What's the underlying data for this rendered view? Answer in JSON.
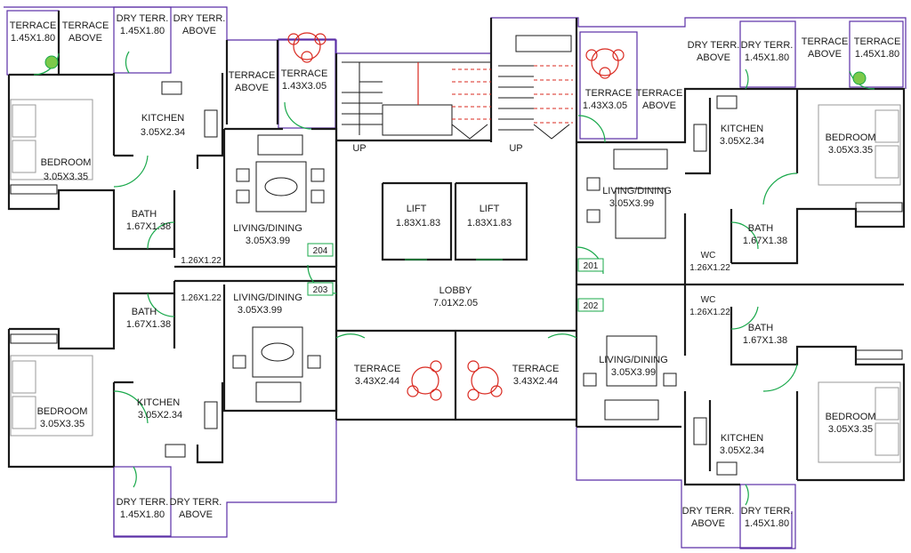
{
  "rooms": {
    "terrace_tl": [
      "TERRACE",
      "1.45X1.80"
    ],
    "terrace_above_tl": [
      "TERRACE",
      "ABOVE"
    ],
    "dry_terr_tl": [
      "DRY TERR.",
      "1.45X1.80"
    ],
    "dry_terr_above_tl": [
      "DRY TERR.",
      "ABOVE"
    ],
    "kitchen_tl": [
      "KITCHEN",
      "3.05X2.34"
    ],
    "bedroom_tl": [
      "BEDROOM",
      "3.05X3.35"
    ],
    "terrace_above_tc": [
      "TERRACE",
      "ABOVE"
    ],
    "terrace_tc": [
      "TERRACE",
      "1.43X3.05"
    ],
    "bath_ul": [
      "BATH",
      "1.67X1.38"
    ],
    "wc_ul": "1.26X1.22",
    "living_ul": [
      "LIVING/DINING",
      "3.05X3.99"
    ],
    "wc_ll": "1.26X1.22",
    "living_ll": [
      "LIVING/DINING",
      "3.05X3.99"
    ],
    "bath_ll": [
      "BATH",
      "1.67X1.38"
    ],
    "bedroom_ll": [
      "BEDROOM",
      "3.05X3.35"
    ],
    "kitchen_ll": [
      "KITCHEN",
      "3.05X2.34"
    ],
    "dry_terr_bl": [
      "DRY TERR.",
      "1.45X1.80"
    ],
    "dry_terr_above_bl": [
      "DRY TERR.",
      "ABOVE"
    ],
    "lift_1": [
      "LIFT",
      "1.83X1.83"
    ],
    "lift_2": [
      "LIFT",
      "1.83X1.83"
    ],
    "lobby": [
      "LOBBY",
      "7.01X2.05"
    ],
    "terrace_cl": [
      "TERRACE",
      "3.43X2.44"
    ],
    "terrace_cr": [
      "TERRACE",
      "3.43X2.44"
    ],
    "up_left": "UP",
    "up_right": "UP",
    "terrace_tr_c": [
      "TERRACE",
      "1.43X3.05"
    ],
    "terrace_above_tr_c": [
      "TERRACE",
      "ABOVE"
    ],
    "dry_terr_above_tr": [
      "DRY TERR.",
      "ABOVE"
    ],
    "dry_terr_tr": [
      "DRY TERR.",
      "1.45X1.80"
    ],
    "terrace_above_tr": [
      "TERRACE",
      "ABOVE"
    ],
    "terrace_tr": [
      "TERRACE",
      "1.45X1.80"
    ],
    "kitchen_tr": [
      "KITCHEN",
      "3.05X2.34"
    ],
    "bedroom_tr": [
      "BEDROOM",
      "3.05X3.35"
    ],
    "living_ur": [
      "LIVING/DINING",
      "3.05X3.99"
    ],
    "bath_ur": [
      "BATH",
      "1.67X1.38"
    ],
    "wc_ur": [
      "WC",
      "1.26X1.22"
    ],
    "wc_lr": [
      "WC",
      "1.26X1.22"
    ],
    "bath_lr": [
      "BATH",
      "1.67X1.38"
    ],
    "living_lr": [
      "LIVING/DINING",
      "3.05X3.99"
    ],
    "bedroom_lr": [
      "BEDROOM",
      "3.05X3.35"
    ],
    "kitchen_lr": [
      "KITCHEN",
      "3.05X2.34"
    ],
    "dry_terr_above_br": [
      "DRY TERR.",
      "ABOVE"
    ],
    "dry_terr_br": [
      "DRY TERR.",
      "1.45X1.80"
    ]
  },
  "flats": {
    "f204": "204",
    "f203": "203",
    "f201": "201",
    "f202": "202"
  },
  "colors": {
    "walls": "#1a1a1a",
    "outline": "#5b2ea6",
    "doors": "#18a84a",
    "stairs": "#d9281f"
  }
}
